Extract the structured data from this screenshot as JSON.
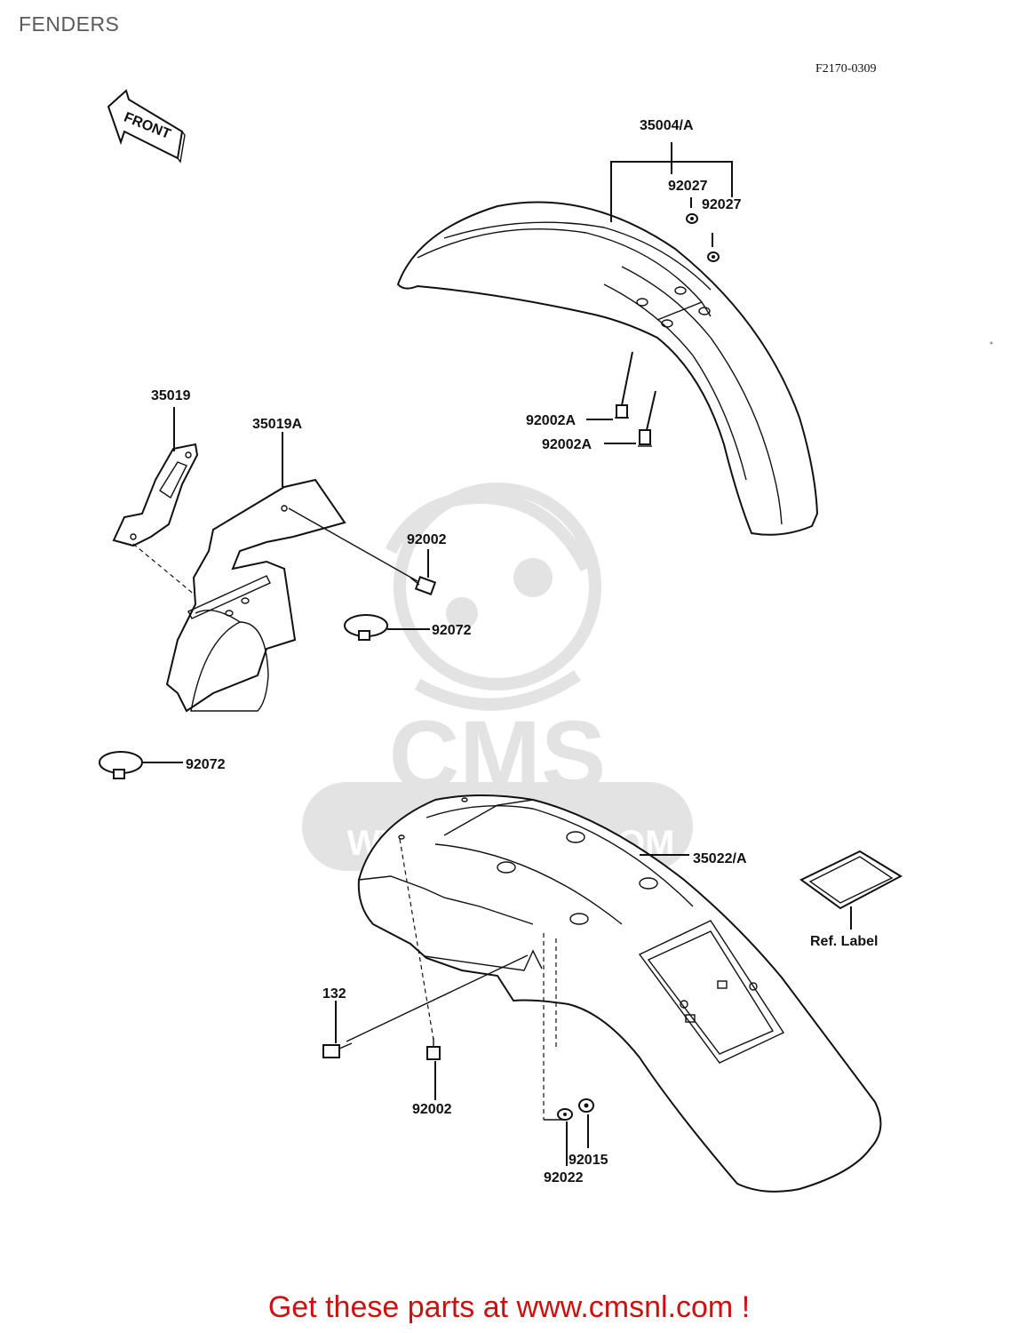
{
  "page": {
    "title": "FENDERS",
    "diagram_code": "F2170-0309"
  },
  "diagram": {
    "front_arrow_label": "FRONT",
    "watermark_text": "CMS",
    "watermark_url": "WWW.CMSNL.COM",
    "part_labels": {
      "front_fender": "35004/A",
      "front_washer_a": "92027",
      "front_washer_b": "92027",
      "front_bolt_a": "92002A",
      "front_bolt_b": "92002A",
      "flap": "35019",
      "flap_bracket": "35019A",
      "bracket_bolt": "92002",
      "clamp_upper": "92072",
      "clamp_lower": "92072",
      "rear_fender": "35022/A",
      "ref_label": "Ref. Label",
      "rear_bolt_132": "132",
      "rear_bolt_92002": "92002",
      "rear_nut": "92015",
      "rear_washer": "92022"
    }
  },
  "footer": {
    "promo_text": "Get these parts at www.cmsnl.com !"
  }
}
